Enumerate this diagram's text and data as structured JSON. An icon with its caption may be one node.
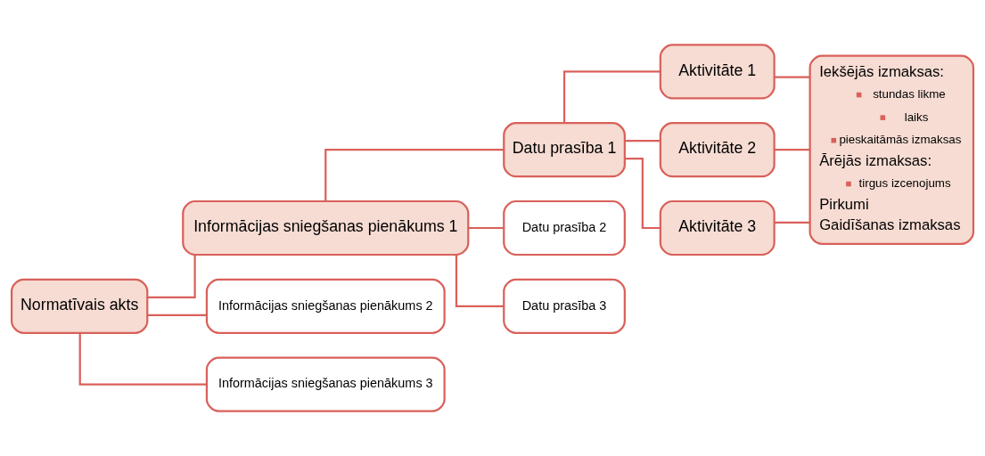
{
  "diagram": {
    "nodes": [
      {
        "text": [
          "Normatīvais akts"
        ]
      },
      {
        "text": [
          "Informācijas sniegšanas pienākums 1"
        ]
      },
      {
        "text": [
          "Informācijas sniegšanas pienākums 2"
        ]
      },
      {
        "text": [
          "Informācijas sniegšanas pienākums 3"
        ]
      },
      {
        "text": [
          "Datu prasība 1"
        ]
      },
      {
        "text": [
          "Datu prasība 2"
        ]
      },
      {
        "text": [
          "Datu prasība 3"
        ]
      },
      {
        "text": [
          "Aktivitāte 1"
        ]
      },
      {
        "text": [
          "Aktivitāte 2"
        ]
      },
      {
        "text": [
          "Aktivitāte 3"
        ]
      },
      {
        "text": [
          "Iekšējās izmaksas:",
          "stundas likme",
          "laiks",
          "pieskaitāmās izmaksas",
          "Ārējās izmaksas:",
          "tirgus izcenojums",
          "Pirkumi",
          "Gaidīšanas izmaksas"
        ]
      }
    ],
    "edges": [
      {
        "from": 0,
        "to": 1,
        "arrow": "none"
      },
      {
        "from": 0,
        "to": 2,
        "arrow": "none"
      },
      {
        "from": 0,
        "to": 3,
        "arrow": "none"
      },
      {
        "from": 1,
        "to": 4,
        "arrow": "none"
      },
      {
        "from": 1,
        "to": 5,
        "arrow": "none"
      },
      {
        "from": 1,
        "to": 6,
        "arrow": "none"
      },
      {
        "from": 4,
        "to": 7,
        "arrow": "none"
      },
      {
        "from": 4,
        "to": 8,
        "arrow": "none"
      },
      {
        "from": 4,
        "to": 9,
        "arrow": "none"
      },
      {
        "from": 7,
        "to": 10,
        "arrow": "none"
      },
      {
        "from": 8,
        "to": 10,
        "arrow": "none"
      },
      {
        "from": 9,
        "to": 10,
        "arrow": "none"
      }
    ]
  }
}
